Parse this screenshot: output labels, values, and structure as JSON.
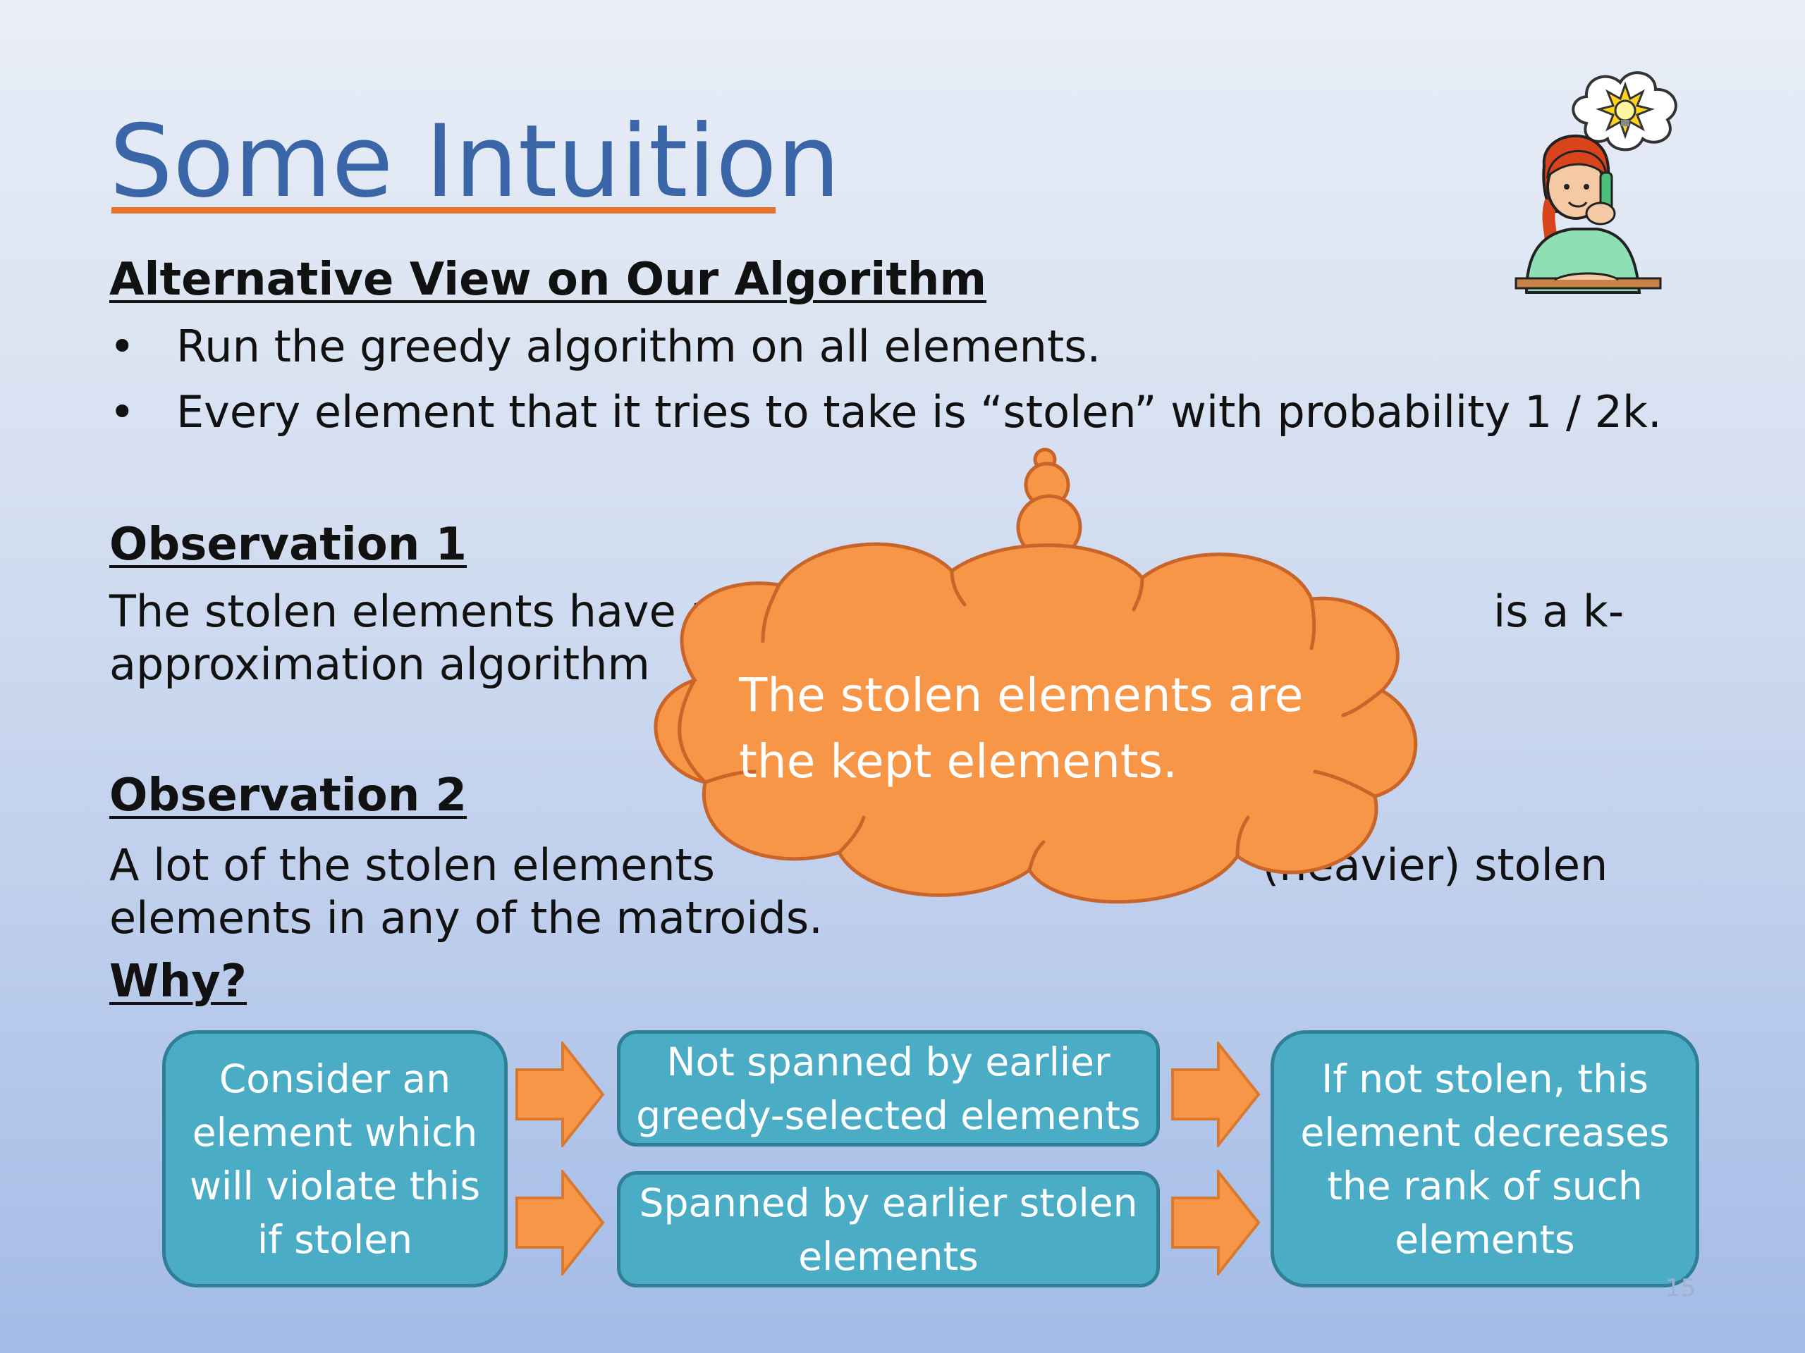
{
  "slide": {
    "title": "Some Intuition",
    "section1": {
      "heading": "Alternative View on Our Algorithm",
      "bullets": [
        "Run the greedy algorithm on all elements.",
        "Every element that it tries to take is “stolen” with probability 1 / 2k."
      ]
    },
    "observation1": {
      "heading": "Observation 1",
      "line1_visible_start": "The stolen elements have a",
      "line1_visible_end": "is a k-",
      "line2_visible": "approximation algorithm"
    },
    "observation2": {
      "heading": "Observation 2",
      "line1_visible_start": "A lot of the stolen elements",
      "line1_visible_end": "(heavier) stolen",
      "line2": "elements in any of the matroids."
    },
    "why": "Why?",
    "callout": {
      "line1": "The stolen elements are",
      "line2": "the kept elements."
    },
    "flow": {
      "box1": [
        "Consider an",
        "element which",
        "will violate this",
        "if stolen"
      ],
      "box2": [
        "Not spanned by earlier",
        "greedy-selected elements"
      ],
      "box3": [
        "Spanned by earlier stolen",
        "elements"
      ],
      "box4": [
        "If not stolen, this",
        "element decreases",
        "the rank of such",
        "elements"
      ]
    },
    "page_number": "15",
    "colors": {
      "title": "#3a66a8",
      "title_rule": "#e9722b",
      "cloud": "#f79646",
      "box": "#4bacc6",
      "arrow": "#f79646"
    }
  }
}
